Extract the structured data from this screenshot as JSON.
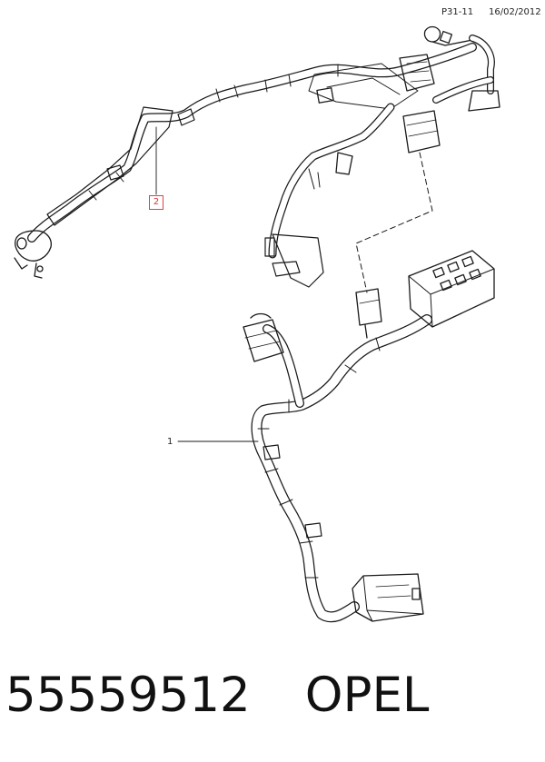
{
  "header": {
    "code": "P31-11",
    "date": "16/02/2012"
  },
  "callouts": {
    "one": "1",
    "two": "2"
  },
  "footer": {
    "part_number": "55559512",
    "brand": "OPEL"
  }
}
